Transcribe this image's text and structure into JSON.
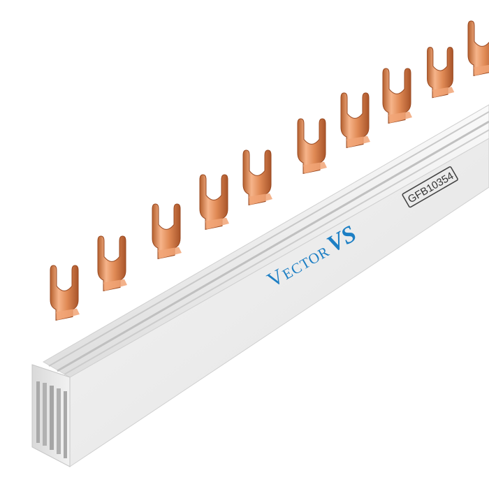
{
  "product": {
    "brand_part1": "Vector",
    "brand_part2": "VS",
    "model_code": "GFB10354"
  },
  "colors": {
    "background": "#ffffff",
    "housing_top": "#f1f1f1",
    "housing_front": "#e4e4e4",
    "housing_shadow": "#cfcfcf",
    "copper_light": "#f6b48a",
    "copper_mid": "#e08a55",
    "copper_dark": "#b5602e",
    "brand_blue": "#1d7fc4",
    "label_text": "#333333"
  }
}
